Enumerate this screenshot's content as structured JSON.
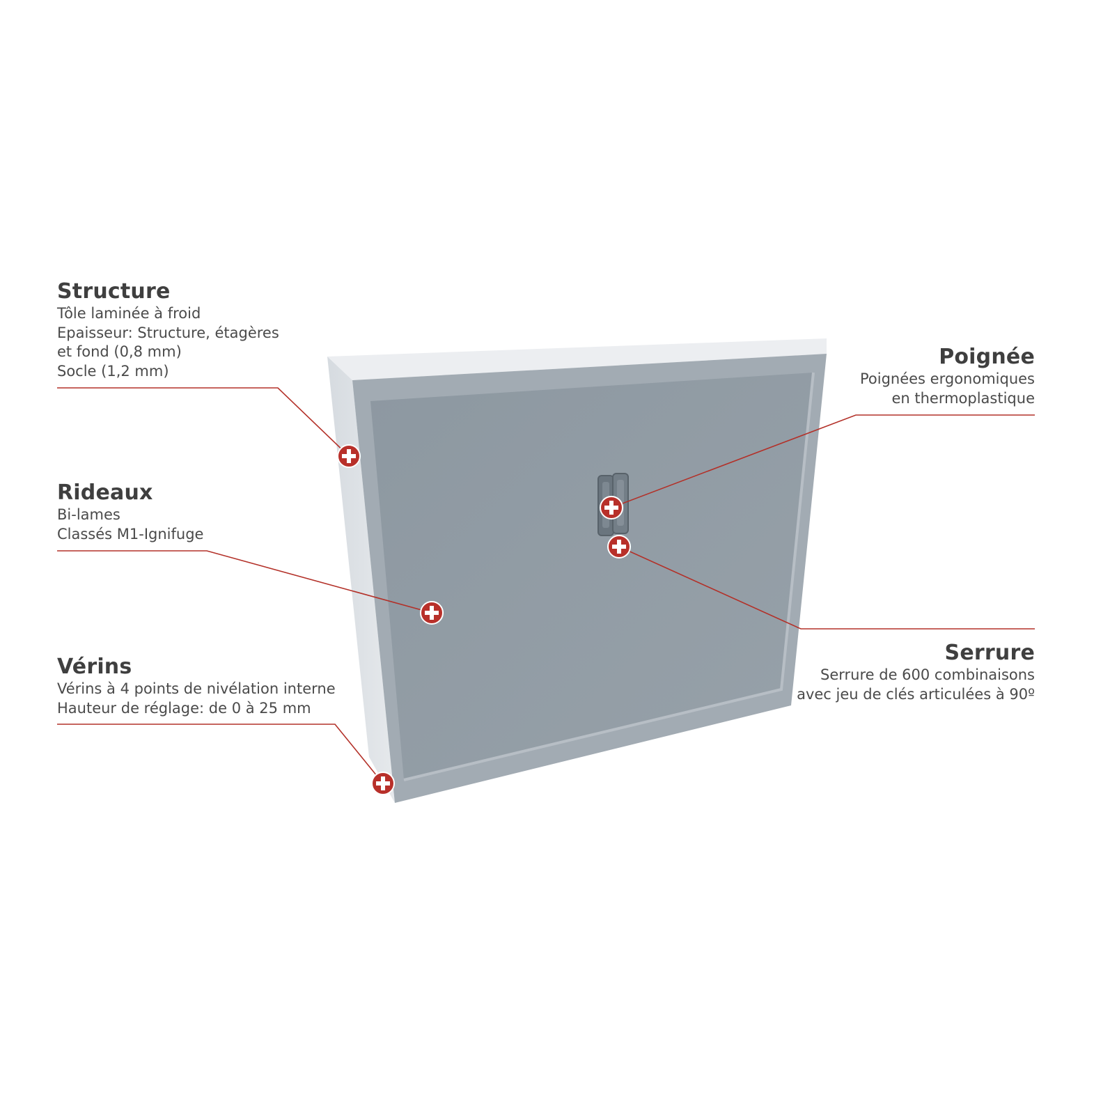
{
  "colors": {
    "background": "#ffffff",
    "leader_line": "#b33028",
    "marker_fill": "#b8302a",
    "cabinet_side": "#dfe3e7",
    "cabinet_top": "#eceef1",
    "cabinet_frame": "#a2abb3",
    "cabinet_door": "#8f9aa3",
    "text_dark": "#3f3f3f"
  },
  "marker_icon": "plus-circle-icon",
  "callouts": {
    "structure": {
      "title": "Structure",
      "lines": [
        "Tôle laminée à froid",
        "Epaisseur: Structure, étagères",
        "et fond (0,8 mm)",
        "Socle (1,2 mm)"
      ]
    },
    "rideaux": {
      "title": "Rideaux",
      "lines": [
        "Bi-lames",
        "Classés M1-Ignifuge"
      ]
    },
    "verins": {
      "title": "Vérins",
      "lines": [
        "Vérins à 4 points de nivélation interne",
        "Hauteur de réglage: de 0 à 25 mm"
      ]
    },
    "poignee": {
      "title": "Poignée",
      "lines": [
        "Poignées ergonomiques",
        "en thermoplastique"
      ]
    },
    "serrure": {
      "title": "Serrure",
      "lines": [
        "Serrure de 600 combinaisons",
        "avec jeu de clés articulées à 90º"
      ]
    }
  }
}
